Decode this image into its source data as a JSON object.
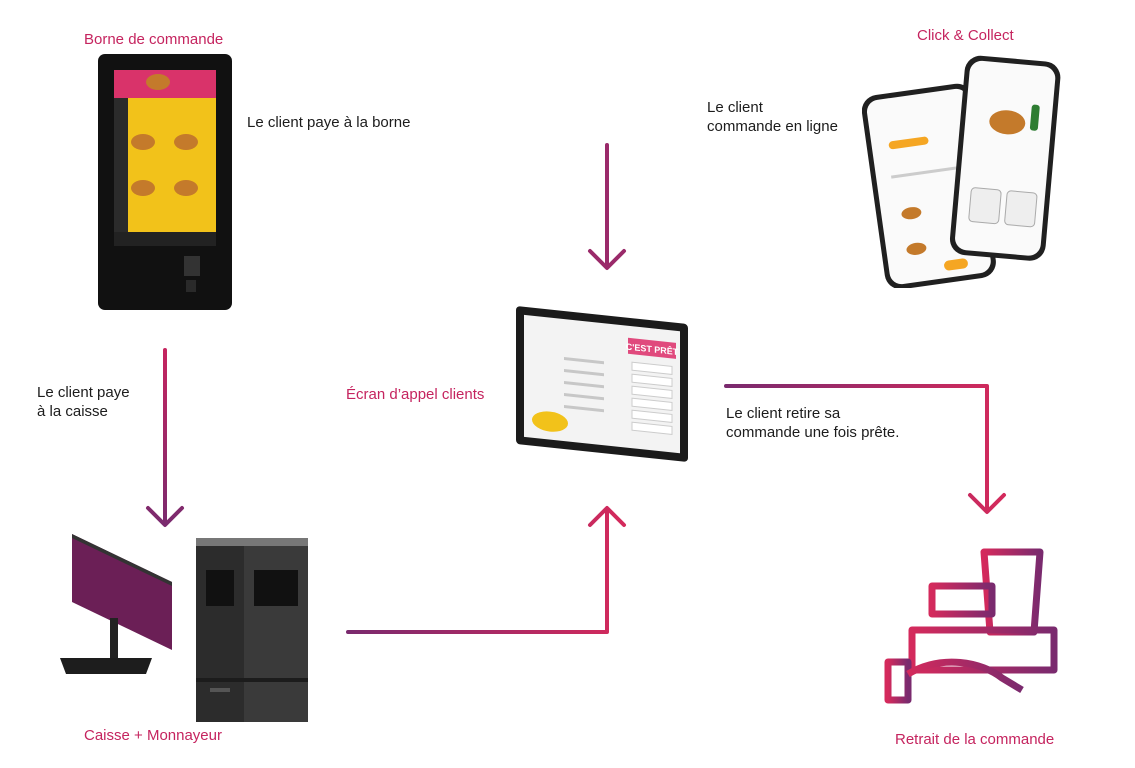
{
  "nodes": {
    "kiosk": "Borne de commande",
    "click_collect": "Click & Collect",
    "caller_screen": "Écran d’appel clients",
    "pos": "Caisse + Monnayeur",
    "pickup": "Retrait de la commande"
  },
  "edges": {
    "kiosk_pays": "Le client paye à la borne",
    "online_line1": "Le client",
    "online_line2": "commande en ligne",
    "register_line1": "Le client paye",
    "register_line2": "à la caisse",
    "pickup_line1": "Le client retire sa",
    "pickup_line2": "commande une fois prête."
  },
  "screen_badge": "C'EST PRÊT",
  "colors": {
    "title": "#c5245f",
    "arrow_start": "#7a2a6e",
    "arrow_end": "#d42a5c"
  }
}
